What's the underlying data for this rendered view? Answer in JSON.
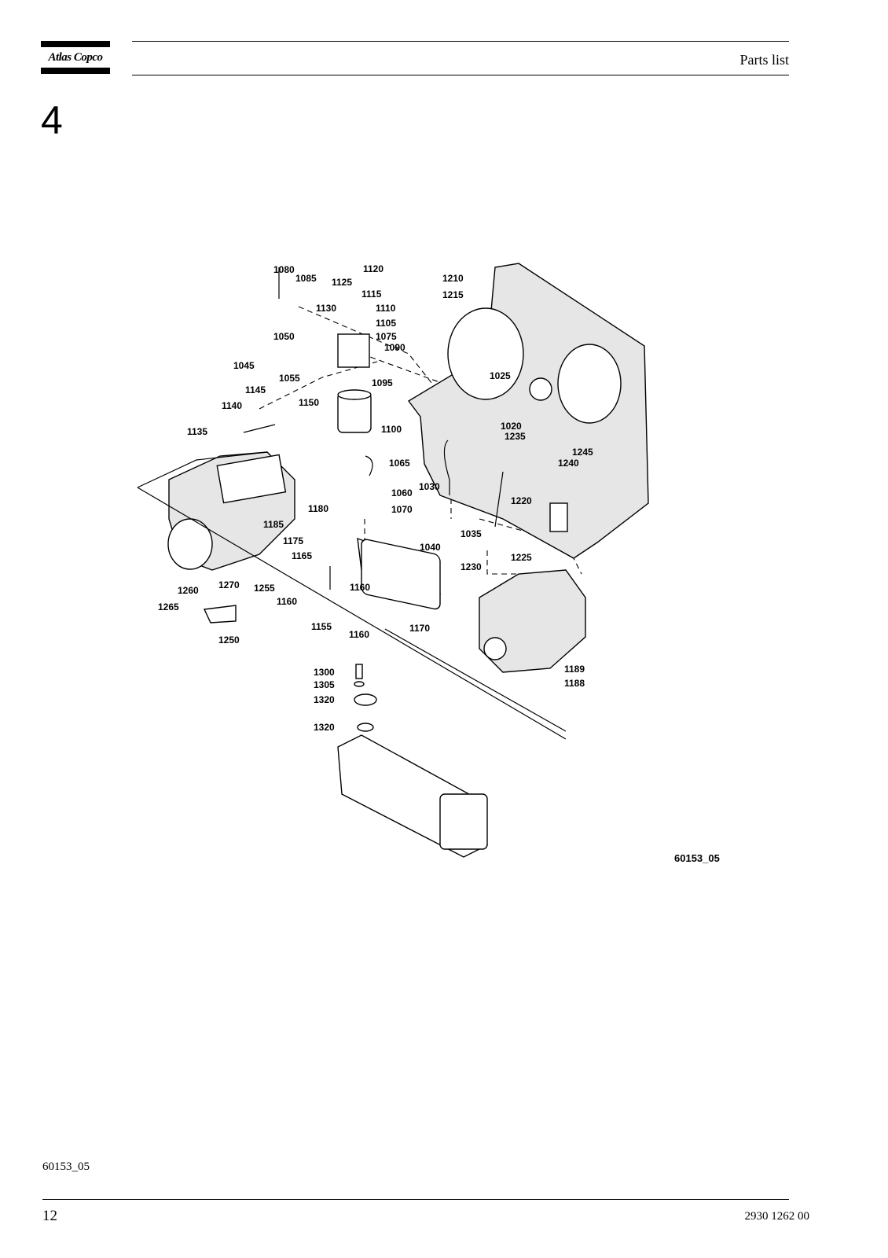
{
  "header": {
    "brand": "Atlas Copco",
    "title": "Parts list"
  },
  "chapter": "4",
  "figure": {
    "reference": "60153_05",
    "labels": [
      "1080",
      "1085",
      "1120",
      "1125",
      "1115",
      "1110",
      "1130",
      "1105",
      "1075",
      "1090",
      "1050",
      "1045",
      "1055",
      "1095",
      "1145",
      "1150",
      "1140",
      "1100",
      "1135",
      "1065",
      "1060",
      "1070",
      "1180",
      "1185",
      "1175",
      "1165",
      "1160",
      "1160",
      "1160",
      "1170",
      "1155",
      "1260",
      "1270",
      "1255",
      "1265",
      "1250",
      "1210",
      "1215",
      "1025",
      "1020",
      "1235",
      "1245",
      "1240",
      "1030",
      "1220",
      "1035",
      "1040",
      "1225",
      "1230",
      "1189",
      "1188",
      "1300",
      "1305",
      "1320",
      "1320"
    ]
  },
  "footer": {
    "reference": "60153_05",
    "page_number": "12",
    "document_number": "2930 1262 00"
  }
}
